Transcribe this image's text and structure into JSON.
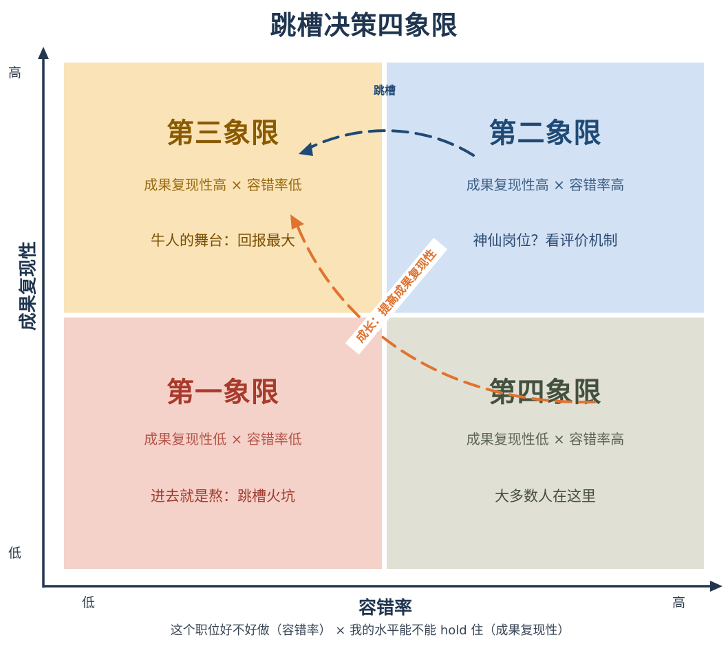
{
  "title": "跳槽决策四象限",
  "quadrants": {
    "q3": {
      "title": "第三象限",
      "formula": "成果复现性高 × 容错率低",
      "desc": "牛人的舞台：回报最大"
    },
    "q2": {
      "title": "第二象限",
      "formula": "成果复现性高 × 容错率高",
      "desc": "神仙岗位？看评价机制"
    },
    "q1": {
      "title": "第一象限",
      "formula": "成果复现性低 × 容错率低",
      "desc": "进去就是熬：跳槽火坑"
    },
    "q4": {
      "title": "第四象限",
      "formula": "成果复现性低 × 容错率高",
      "desc": "大多数人在这里"
    }
  },
  "axes": {
    "y_title": "成果复现性",
    "y_high": "高",
    "y_low": "低",
    "x_title": "容错率",
    "x_low": "低",
    "x_high": "高"
  },
  "arrows": {
    "jump_label": "跳槽",
    "growth_label": "成长：提高成果复现性"
  },
  "footer": "这个职位好不好做（容错率） × 我的水平能不能 hold 住（成果复现性）",
  "colors": {
    "axis": "#24364f",
    "jump_arrow": "#1f4a75",
    "growth_arrow": "#e0732f",
    "q3_bg": "#f9e3b7",
    "q2_bg": "#d3e1f4",
    "q1_bg": "#f5d2c9",
    "q4_bg": "#e1e0d4"
  }
}
